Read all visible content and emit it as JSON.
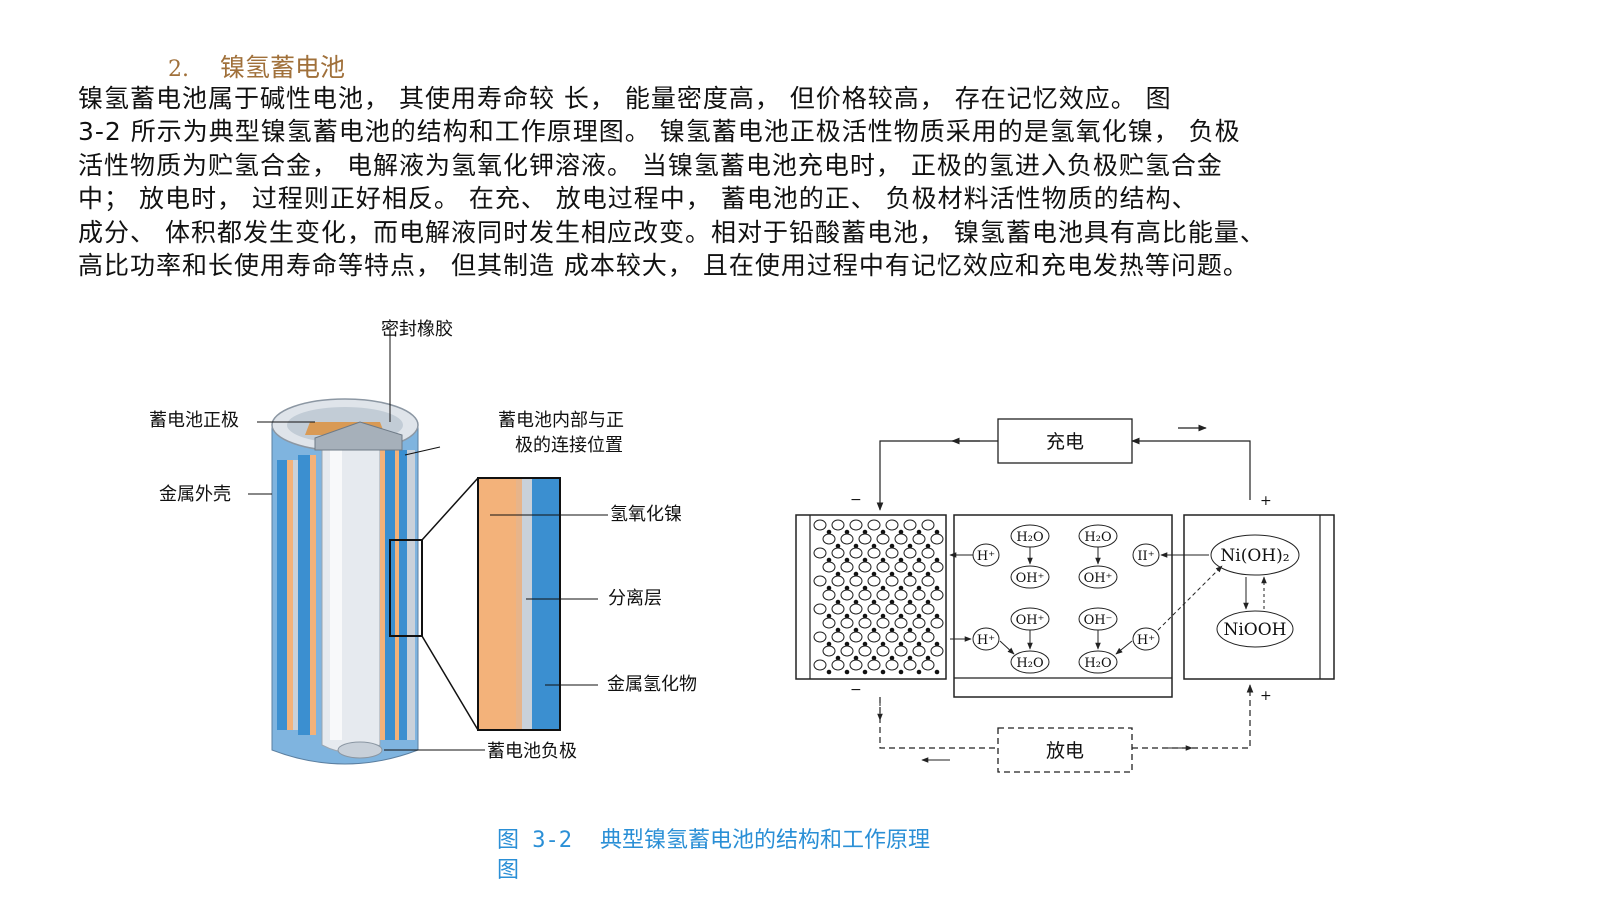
{
  "section": {
    "number": "2.",
    "title": "镍氢蓄电池"
  },
  "paragraph_lines": [
    "镍氢蓄电池属于碱性电池， 其使用寿命较 长， 能量密度高， 但价格较高， 存在记忆效应。 图",
    "3-2 所示为典型镍氢蓄电池的结构和工作原理图。 镍氢蓄电池正极活性物质采用的是氢氧化镍， 负极",
    "活性物质为贮氢合金， 电解液为氢氧化钾溶液。 当镍氢蓄电池充电时， 正极的氢进入负极贮氢合金",
    "中； 放电时， 过程则正好相反。 在充、 放电过程中， 蓄电池的正、 负极材料活性物质的结构、",
    "成分、 体积都发生变化，而电解液同时发生相应改变。相对于铅酸蓄电池， 镍氢蓄电池具有高比能量、",
    " 高比功率和长使用寿命等特点， 但其制造 成本较大， 且在使用过程中有记忆效应和充电发热等问题。"
  ],
  "battery_figure": {
    "labels": {
      "seal": "密封橡胶",
      "positive": "蓄电池正极",
      "shell": "金属外壳",
      "connection_line1": "蓄电池内部与正",
      "connection_line2": "极的连接位置",
      "nickel_hydroxide": "氢氧化镍",
      "separator": "分离层",
      "metal_hydride": "金属氢化物",
      "negative": "蓄电池负极"
    },
    "colors": {
      "blue": "#3b8fd0",
      "orange": "#f3b27a",
      "silver": "#c9d1da"
    }
  },
  "principle_figure": {
    "charge_label": "充电",
    "discharge_label": "放电",
    "h_ion": "H⁺",
    "h_ion_alt": "II⁺",
    "water": "H₂O",
    "hydroxide": "OH⁺",
    "hydroxide_neg": "OH⁻",
    "ni_oh2": "Ni(OH)₂",
    "niooh": "NiOOH",
    "plus": "+",
    "minus": "−"
  },
  "caption": {
    "fig_number": "图  3-2",
    "title": "典型镍氢蓄电池的结构和工作原理",
    "title_line2": "图"
  }
}
